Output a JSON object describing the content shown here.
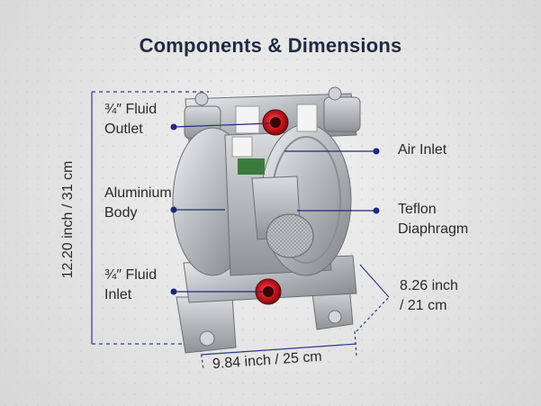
{
  "title": "Components & Dimensions",
  "labels": {
    "fluid_outlet": [
      "¾″ Fluid",
      "Outlet"
    ],
    "aluminium_body": [
      "Aluminium",
      "Body"
    ],
    "fluid_inlet": [
      "¾″ Fluid",
      "Inlet"
    ],
    "air_inlet": [
      "Air Inlet"
    ],
    "teflon_diaphragm": [
      "Teflon",
      "Diaphragm"
    ]
  },
  "dimensions": {
    "height": "12.20 inch / 31 cm",
    "width": "9.84 inch / 25 cm",
    "depth": [
      "8.26 inch",
      "/ 21 cm"
    ]
  },
  "colors": {
    "title": "#1f2a44",
    "callout": "#1f2a7a",
    "dimension_line": "#2b3a8f",
    "pump_metal": "#b9bcc0",
    "port_red": "#b3141b"
  },
  "icons": {
    "pump": "diaphragm-pump-image"
  }
}
